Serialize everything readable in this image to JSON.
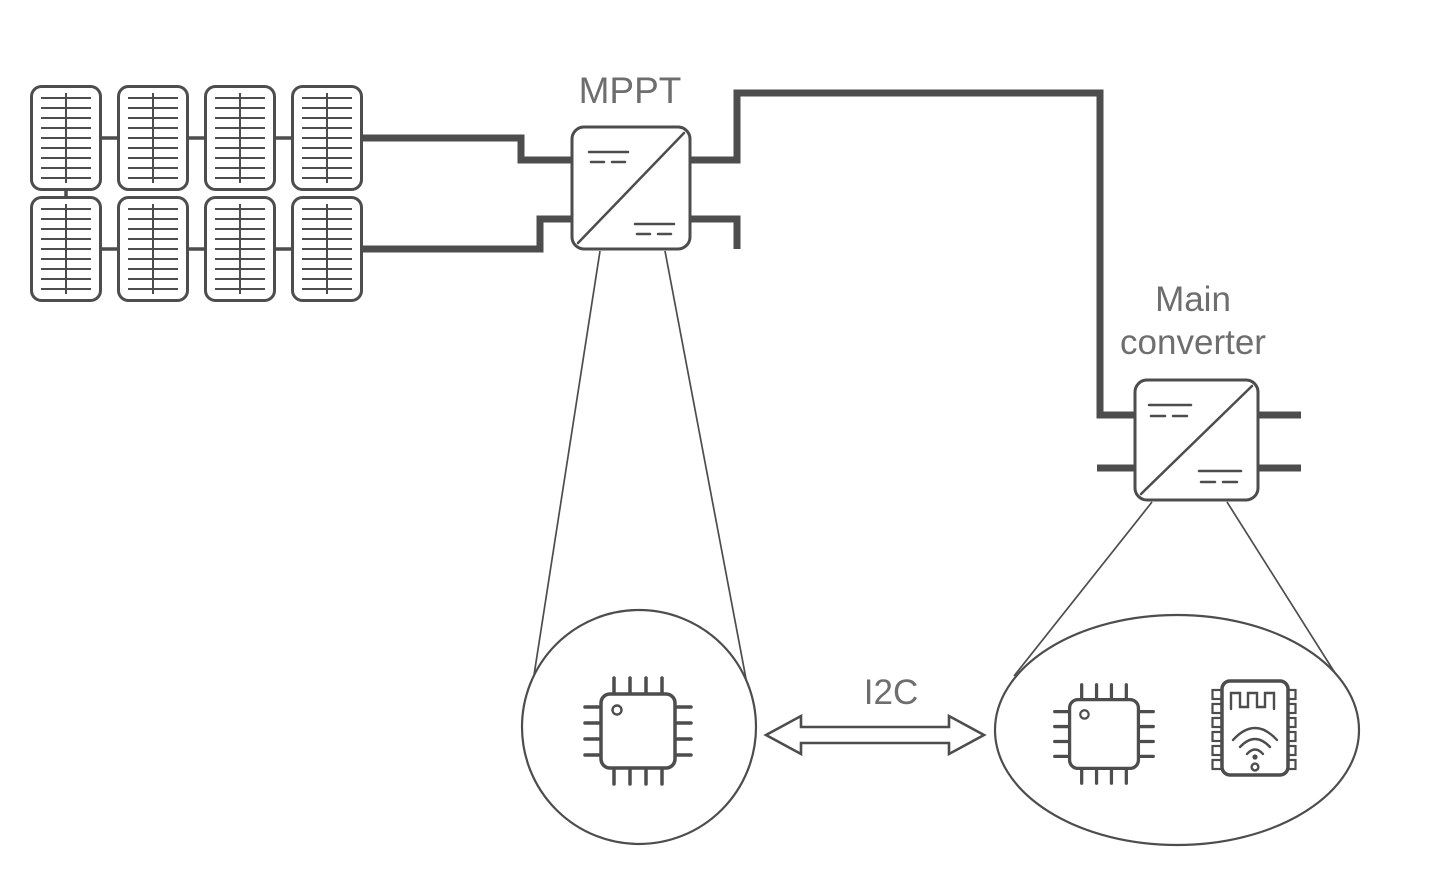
{
  "labels": {
    "mppt": "MPPT",
    "main_converter_line1": "Main",
    "main_converter_line2": "converter",
    "i2c": "I2C"
  },
  "colors": {
    "line": "#4d4d4d",
    "label_text": "#6e6e6e",
    "background": "#ffffff"
  },
  "icons": {
    "solar_panel": "solar-panel-icon",
    "dc_dc_converter": "dc-dc-converter-icon",
    "microcontroller": "mcu-chip-icon",
    "wifi_module": "wifi-module-icon",
    "i2c_bus": "double-arrow-icon"
  }
}
